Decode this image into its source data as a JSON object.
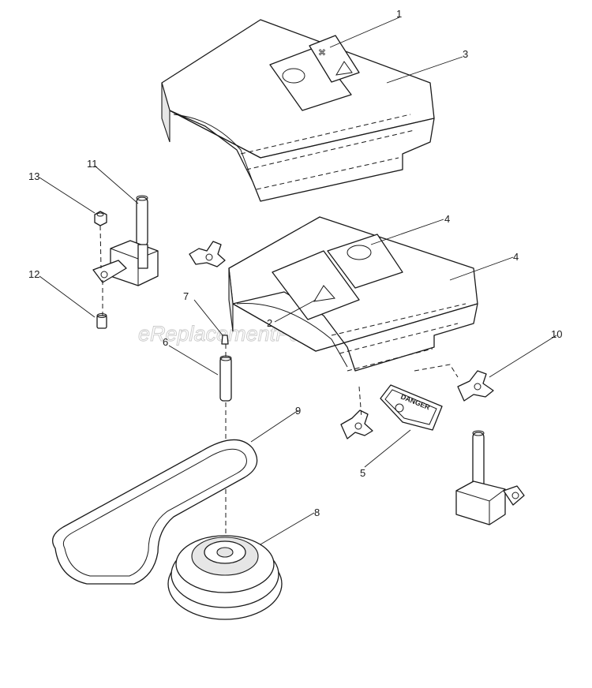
{
  "watermark": "eReplacementParts.com",
  "callouts": [
    "1",
    "2",
    "3",
    "4",
    "4",
    "5",
    "6",
    "7",
    "8",
    "9",
    "10",
    "11",
    "12",
    "13"
  ],
  "decal_text": "DANGER"
}
